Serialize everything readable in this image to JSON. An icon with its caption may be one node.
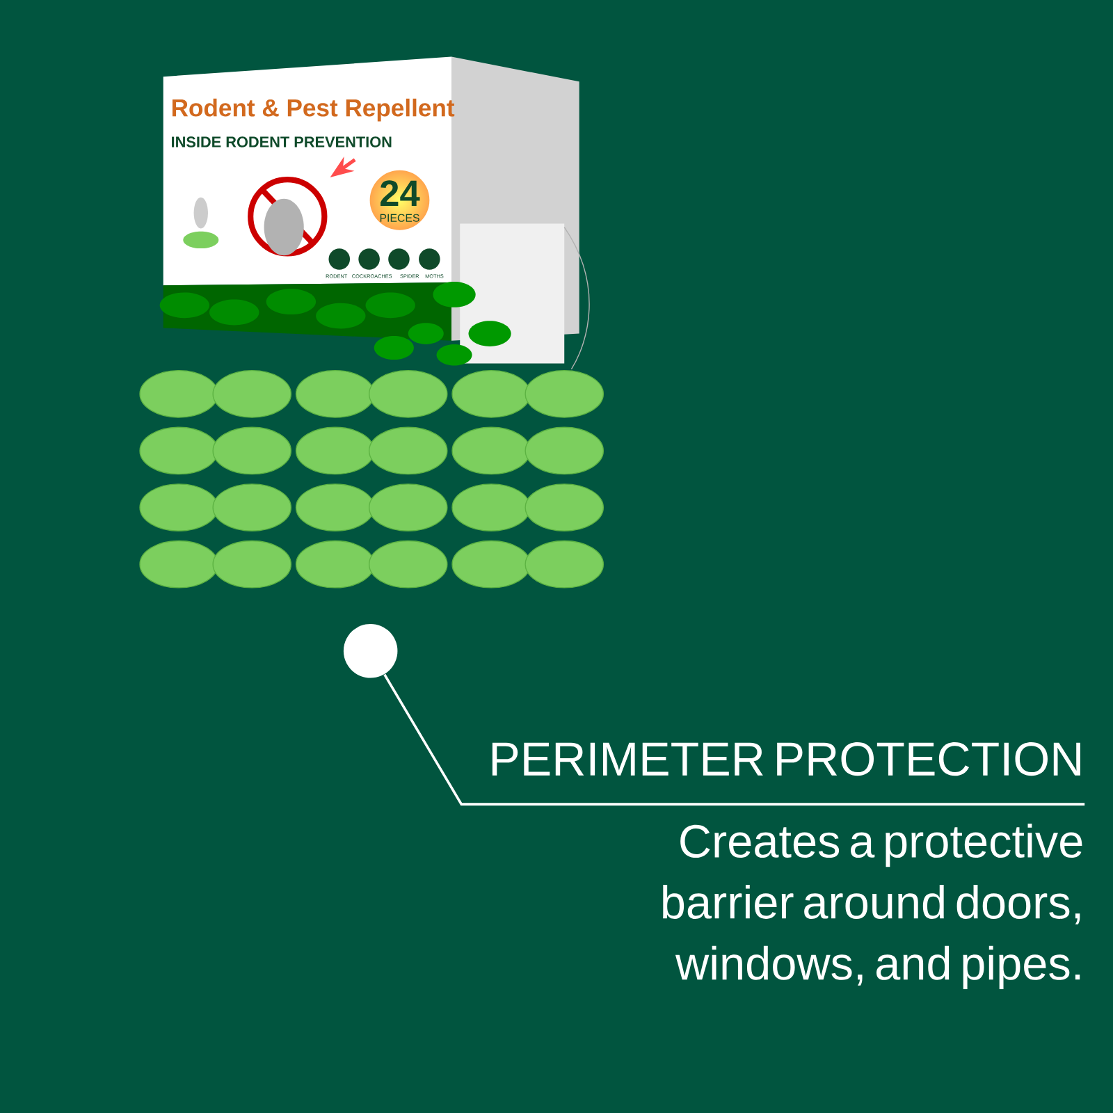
{
  "diagram": {
    "nodes": [
      {
        "text": [],
        "shape": "circle"
      },
      {
        "text": [
          "PERIMETER PROTECTION",
          "Creates a protective barrier around doors, windows, and pipes."
        ]
      }
    ],
    "edges": [
      {
        "from": 1,
        "to": 0,
        "arrow": "none"
      }
    ],
    "labels": [
      "Rodent & Pest Repellent",
      "INSIDE RODENT PREVENTION",
      "24",
      "PIECES",
      "RODENT",
      "COCKROACHES",
      "SPIDER",
      "MOTHS"
    ]
  }
}
